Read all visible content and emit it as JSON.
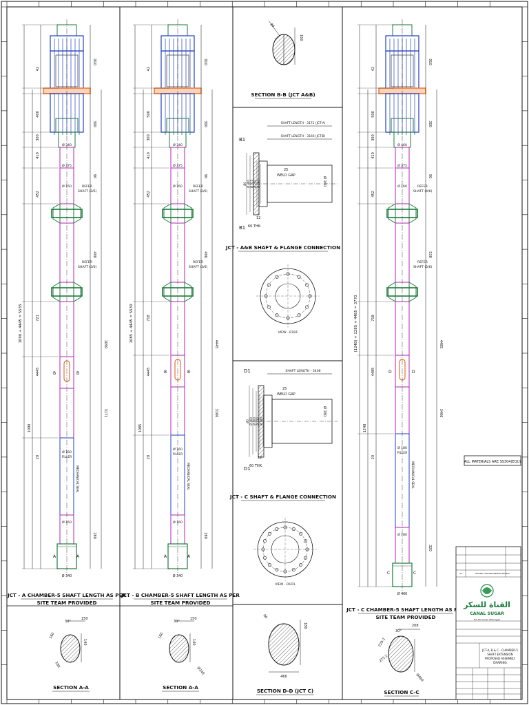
{
  "shaft_a": {
    "caption_line1": "JCT - A CHAMBER-5 SHAFT LENGTH AS PER",
    "caption_line2": "SITE TEAM PROVIDED",
    "overall_dim": "1090 + 4445 = 5535",
    "dims_left": [
      "42",
      "400",
      "20",
      "300",
      "410",
      "452",
      "721",
      "4445",
      "1090"
    ],
    "dims_mid": [
      "90",
      "490",
      "280"
    ],
    "dims_right": [
      "910",
      "300",
      "3171",
      "1090"
    ],
    "refer_1": "REFER",
    "refer_1b": "SHAFT (2/6)",
    "refer_2": "REFER",
    "refer_2b": "SHAFT (3/6)",
    "dia_1": "Ø 375",
    "dia_2": "Ø 160",
    "dia_3": "Ø 160",
    "dia_4": "Ø 160",
    "dia_bottom": "Ø 340",
    "dia_flange": "Ø 340",
    "label_fillet": "FILLER",
    "label_mech_seal": "MECHANICAL SEAL",
    "sec_b": "B",
    "sec_a": "A"
  },
  "shaft_b": {
    "caption_line1": "JCT - B CHAMBER-5 SHAFT LENGTH AS PER",
    "caption_line2": "SITE TEAM PROVIDED",
    "overall_dim": "1085 + 4445 = 5530",
    "dims_left": [
      "42",
      "500",
      "20",
      "300",
      "410",
      "452",
      "718",
      "4445",
      "1085"
    ],
    "dims_mid": [
      "90",
      "490",
      "280"
    ],
    "dims_right": [
      "910",
      "300",
      "3166",
      "4445"
    ],
    "refer_1": "REFER",
    "refer_1b": "SHAFT (2/6)",
    "refer_2": "REFER",
    "refer_2b": "SHAFT (3/6)",
    "dia_1": "Ø 375",
    "dia_2": "Ø 160",
    "dia_3": "Ø 160",
    "dia_4": "Ø 160",
    "dia_bottom": "Ø 340",
    "dia_flange": "Ø 340",
    "label_fillet": "FILLER",
    "label_mech_seal": "MECHANICAL SEAL",
    "sec_b": "B",
    "sec_a": "A"
  },
  "shaft_c": {
    "caption_line1": "JCT - C CHAMBER-5 SHAFT LENGTH AS PER",
    "caption_line2": "SITE TEAM PROVIDED",
    "overall_dim": "(1248) + 1285 + 4485 = 3770",
    "dims_left": [
      "42",
      "500",
      "20",
      "300",
      "410",
      "452",
      "718",
      "4485",
      "1248"
    ],
    "dims_mid": [
      "90",
      "530",
      "320"
    ],
    "dims_right": [
      "910",
      "300",
      "3406",
      "4485"
    ],
    "refer_1": "REFER",
    "refer_1b": "SHAFT (4/6)",
    "refer_2": "REFER",
    "refer_2b": "SHAFT (5/6)",
    "dia_1": "Ø 375",
    "dia_2": "Ø 160",
    "dia_3": "Ø 180",
    "dia_4": "Ø 180",
    "dia_bottom": "Ø 460",
    "dia_flange": "Ø 460",
    "label_fillet": "FILLER",
    "label_mech_seal": "MECHANICAL SEAL",
    "sec_c": "C",
    "sec_d": "D"
  },
  "section_bb": {
    "title": "SECTION B-B (JCT A&B)",
    "dim_1": "160",
    "dim_2": "80"
  },
  "ab_connection": {
    "title": "JCT - A&B SHAFT & FLANGE CONNECTION",
    "shaft_length_a": "SHAFT LENGTH - 3171 (JCT-A)",
    "shaft_length_b": "SHAFT LENGTH - 3166 (JCT-B)",
    "weld_gap_num": "25",
    "weld_gap": "WELD GAP",
    "thk": "60 THK.",
    "dim_12": "12",
    "marker_b1": "B1",
    "shaft_dia": "Ø 160",
    "pcd": "VIEW - B1B1",
    "dims_vertical": [
      "Ø0",
      "Ø 360",
      "Ø 315",
      "Ø 250",
      "Ø 160"
    ]
  },
  "c_connection": {
    "title": "JCT - C SHAFT & FLANGE CONNECTION",
    "shaft_length": "SHAFT LENGTH - 3406",
    "weld_gap_num": "25",
    "weld_gap": "WELD GAP",
    "thk": "60 THK.",
    "dim_12": "12",
    "marker_d1": "D1",
    "shaft_dia": "Ø 180",
    "pcd": "VIEW - D1D1",
    "dims_vertical": [
      "Ø0",
      "Ø 460",
      "Ø 400",
      "Ø 330",
      "Ø 180"
    ]
  },
  "section_dd": {
    "title": "SECTION D-D (JCT C)",
    "dim_1": "180",
    "dim_2": "90",
    "dim_3": "460"
  },
  "section_aa_1": {
    "title": "SECTION A-A",
    "dim_1": "150",
    "dim_2": "160",
    "dim_3": "140",
    "dim_4": "30°",
    "dim_5": "180"
  },
  "section_aa_2": {
    "title": "SECTION A-A",
    "dim_1": "150",
    "dim_2": "160",
    "dim_3": "140",
    "dim_4": "30°",
    "dim_5": "Ø340"
  },
  "section_cc": {
    "title": "SECTION C-C",
    "dim_1": "208",
    "dim_2": "229.2",
    "dim_3": "225.2",
    "dim_4": "30°",
    "dim_5": "Ø460"
  },
  "materials_note": "ALL MATERIALS ARE SS304(EQU)",
  "title_block": {
    "company_ar": "القناة للسكر",
    "company_en": "CANAL SUGAR",
    "address": "P.O. Box Canal, 1901 Egypt",
    "drawing_title_1": "JCT-A, B & C - CHAMBER-5",
    "drawing_title_2": "SHAFT EXTENSION",
    "drawing_title_3": "PROPOSED ASSEMBLY",
    "drawing_title_4": "DRAWING",
    "rev_note": "ISSUED FOR REFERENCE REVIEW",
    "rev_no": "00"
  },
  "colors": {
    "line": "#111111",
    "flange_orange": "#e8702a",
    "shaft_magenta": "#b023b0",
    "coupling_blue": "#2040c0",
    "green": "#1a7a3a",
    "logo_green": "#3a9a5a"
  }
}
